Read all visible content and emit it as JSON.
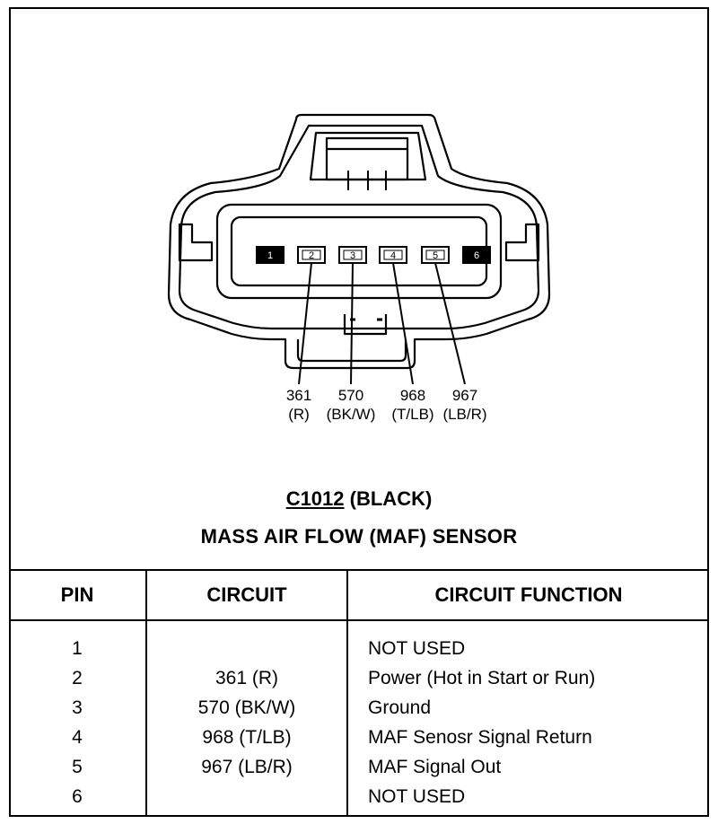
{
  "connector": {
    "id": "C1012",
    "color": "(BLACK)",
    "name": "MASS AIR FLOW (MAF) SENSOR",
    "pins": [
      {
        "label": "1",
        "filled": true
      },
      {
        "label": "2",
        "filled": false
      },
      {
        "label": "3",
        "filled": false
      },
      {
        "label": "4",
        "filled": false
      },
      {
        "label": "5",
        "filled": false
      },
      {
        "label": "6",
        "filled": true
      }
    ],
    "wires": [
      {
        "circuit": "361",
        "color": "(R)"
      },
      {
        "circuit": "570",
        "color": "(BK/W)"
      },
      {
        "circuit": "968",
        "color": "(T/LB)"
      },
      {
        "circuit": "967",
        "color": "(LB/R)"
      }
    ]
  },
  "table": {
    "headers": {
      "pin": "PIN",
      "circuit": "CIRCUIT",
      "function": "CIRCUIT FUNCTION"
    },
    "rows": [
      {
        "pin": "1",
        "circuit": "",
        "function": "NOT USED"
      },
      {
        "pin": "2",
        "circuit": "361 (R)",
        "function": "Power (Hot in Start or Run)"
      },
      {
        "pin": "3",
        "circuit": "570 (BK/W)",
        "function": "Ground"
      },
      {
        "pin": "4",
        "circuit": "968 (T/LB)",
        "function": "MAF Senosr Signal Return"
      },
      {
        "pin": "5",
        "circuit": "967 (LB/R)",
        "function": "MAF Signal Out"
      },
      {
        "pin": "6",
        "circuit": "",
        "function": "NOT USED"
      }
    ]
  }
}
